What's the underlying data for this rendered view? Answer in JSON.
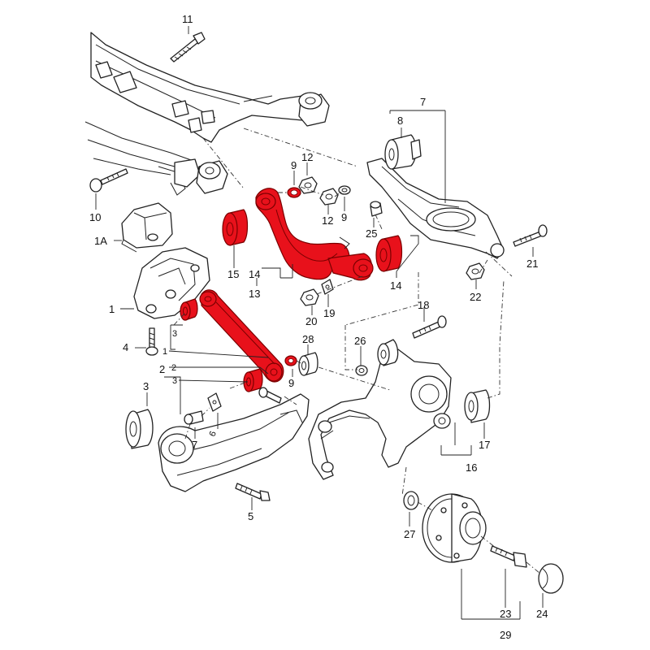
{
  "diagram": {
    "highlight_color": "#e8111b",
    "labels": {
      "l1": "1",
      "l1a": "1A",
      "l2": "2",
      "l3": "3",
      "l4": "4",
      "l5": "5",
      "l6": "6",
      "l7": "7",
      "l8": "8",
      "l9": "9",
      "l10": "10",
      "l11": "11",
      "l12": "12",
      "l13": "13",
      "l14": "14",
      "l15": "15",
      "l16": "16",
      "l17": "17",
      "l18": "18",
      "l19": "19",
      "l20": "20",
      "l21": "21",
      "l22": "22",
      "l23": "23",
      "l24": "24",
      "l25": "25",
      "l26": "26",
      "l27": "27",
      "l28": "28",
      "l29": "29"
    }
  }
}
